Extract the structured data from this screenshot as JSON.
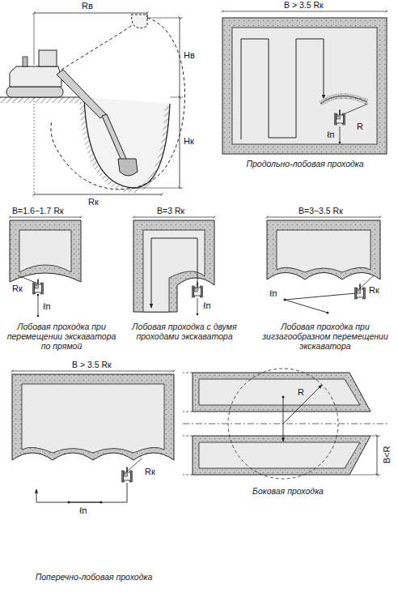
{
  "diagram": {
    "labels": [
      "Rв",
      "Hв",
      "Hк",
      "Rк",
      "B > 3.5 Rк",
      "R",
      "ℓп",
      "Продольно-лобовая проходка",
      "B=1.6−1.7 Rк",
      "Rк",
      "ℓп",
      "Лобовая проходка при перемещении экскаватора по прямой",
      "B=3 Rк",
      "ℓп",
      "Лобовая проходка с двумя проходами экскаватора",
      "B=3−3.5 Rк",
      "Rк",
      "ℓп",
      "Лобовая проходка при зигзагообразном перемещении экскаватора",
      "B > 3.5 Rк",
      "Rк",
      "ℓп",
      "Поперечно-лобовая проходка",
      "R",
      "B<R",
      "Боковая проходка"
    ]
  }
}
